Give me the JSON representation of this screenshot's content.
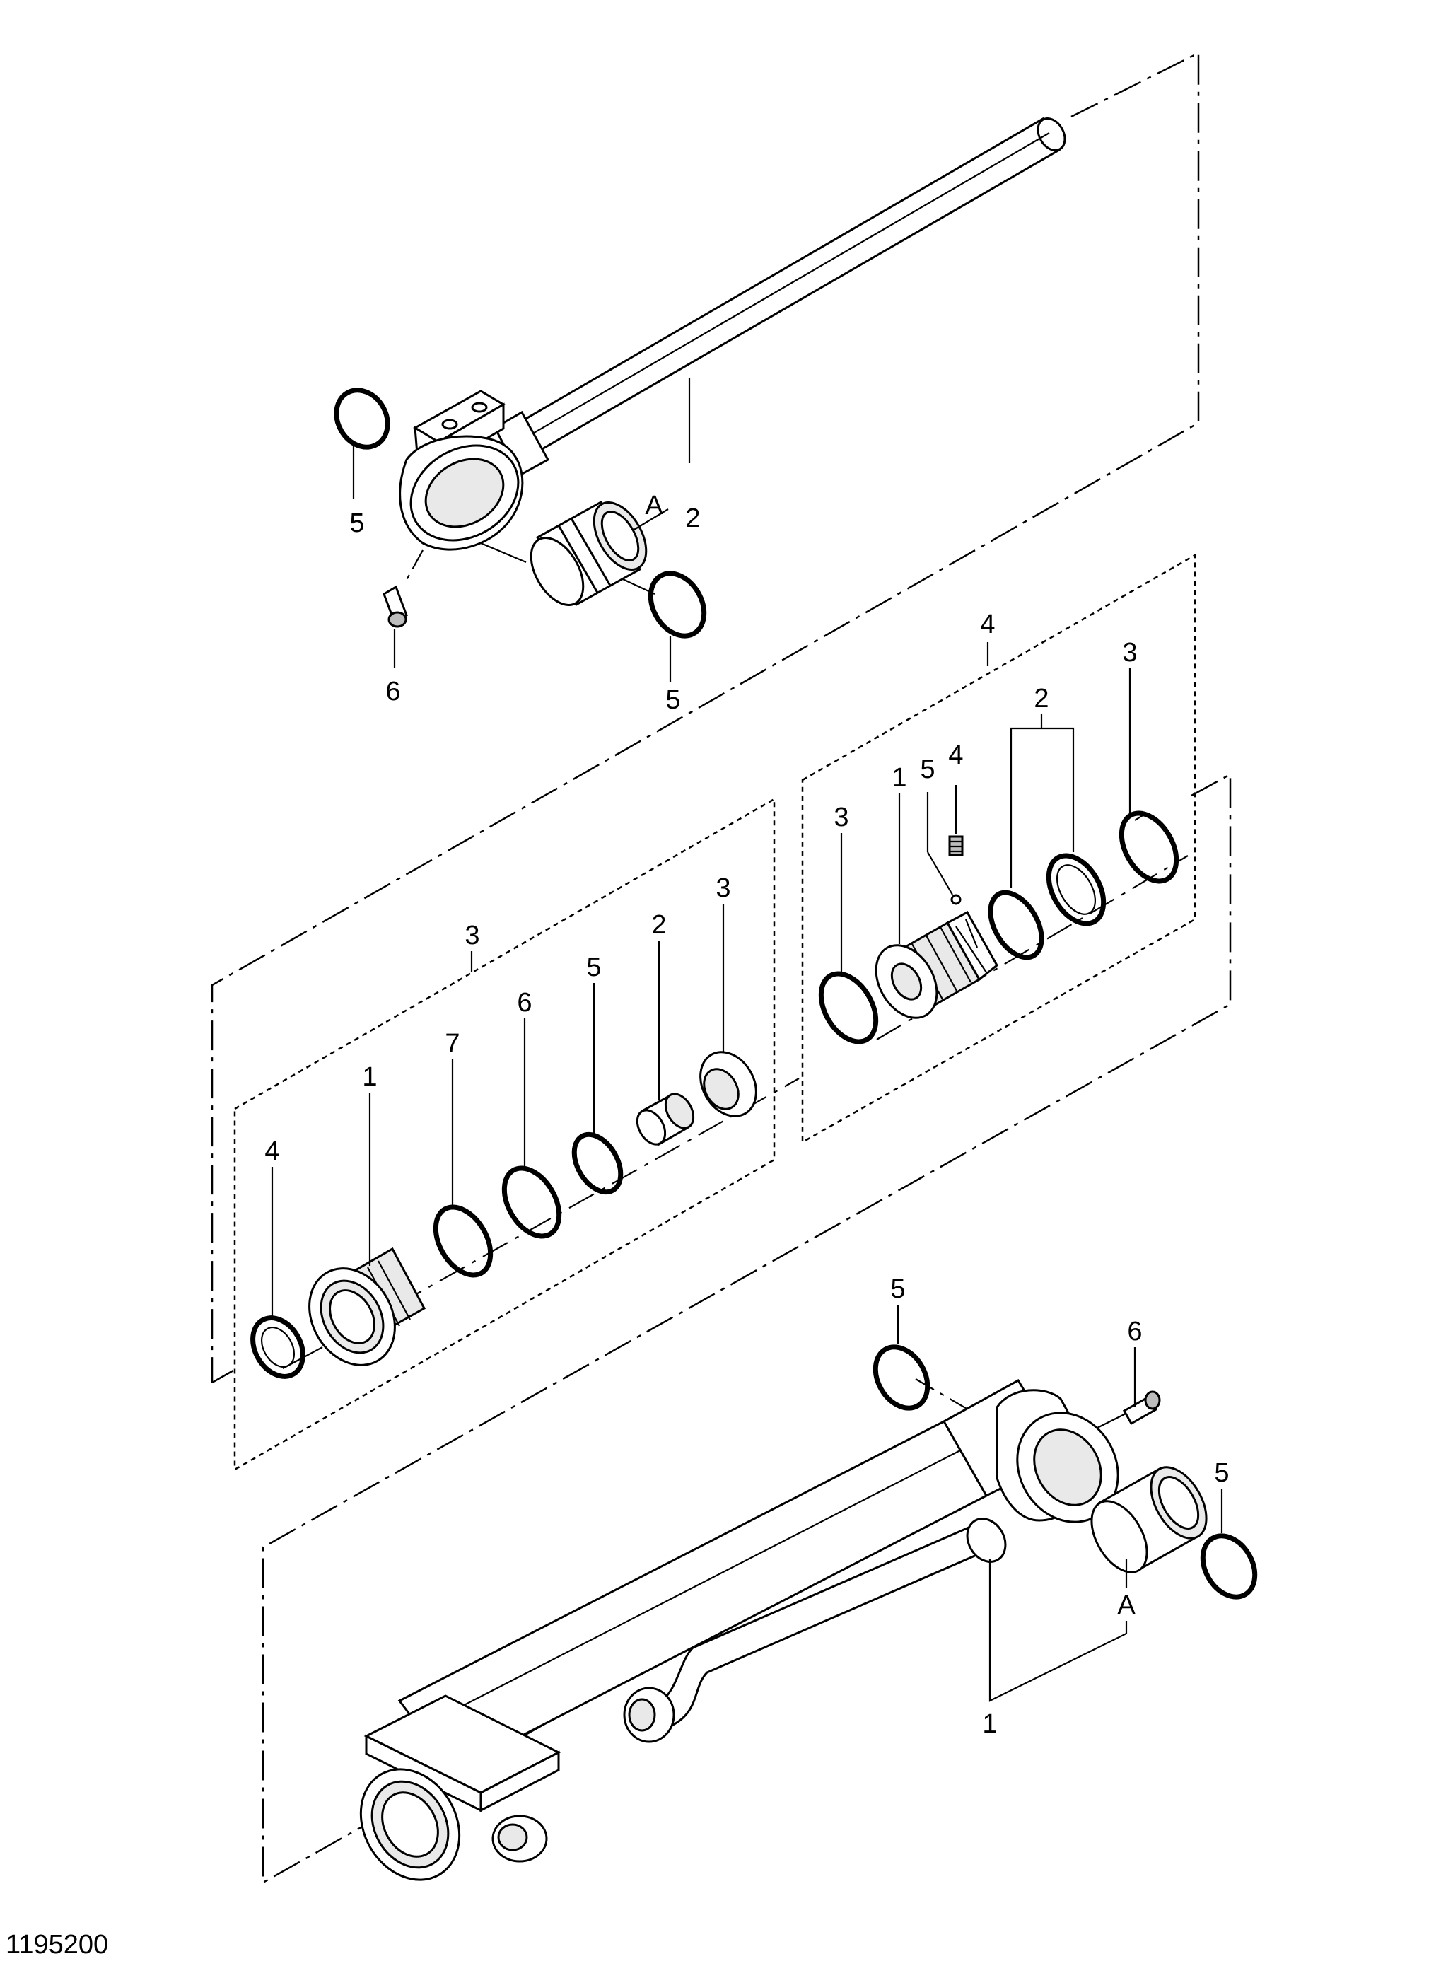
{
  "figure_id": "1195200",
  "callouts": {
    "rod_seal_upper_left": "5",
    "rod_assembly": "2",
    "rod_bushing": "A",
    "rod_grease_fitting": "6",
    "rod_seal_lower": "5",
    "head_kit_group": "3",
    "head_wiper": "4",
    "head_gland": "1",
    "head_backup_ring": "7",
    "head_oring": "6",
    "head_seal": "5",
    "head_bushing": "2",
    "head_buffer": "3",
    "piston_kit_group": "4",
    "piston_wear_ring_left": "3",
    "piston_body": "1",
    "piston_ball": "5",
    "piston_set_screw": "4",
    "piston_seals": "2",
    "piston_wear_ring_right": "3",
    "tube_seal_upper": "5",
    "tube_grease_fitting": "6",
    "tube_seal_right": "5",
    "tube_bushing": "A",
    "tube_assembly": "1"
  }
}
